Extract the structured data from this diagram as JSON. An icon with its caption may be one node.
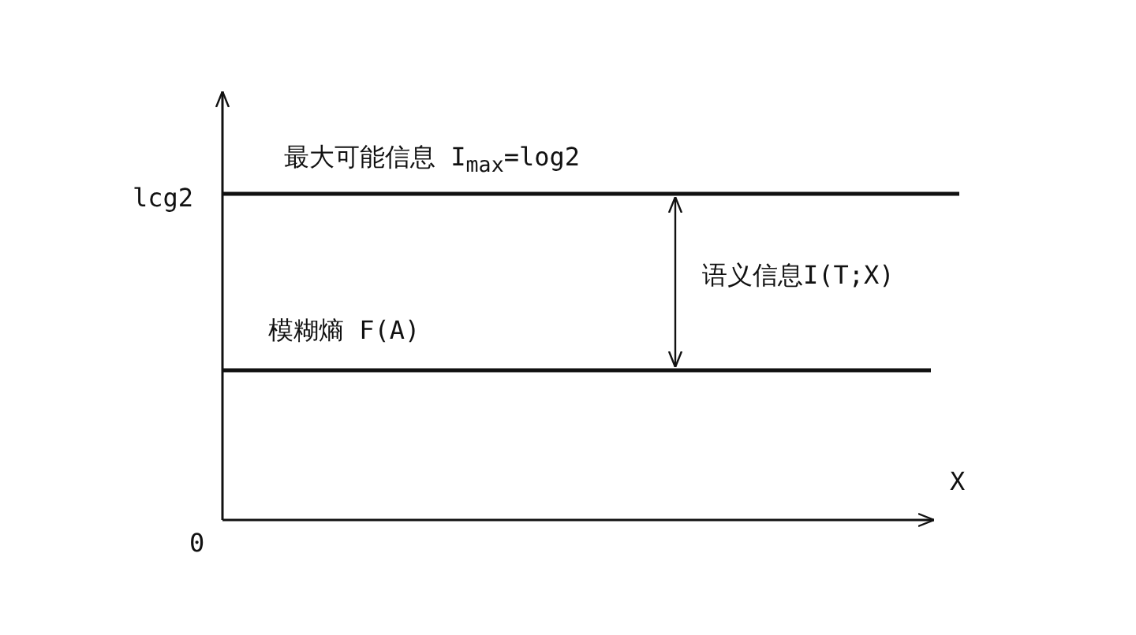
{
  "diagram": {
    "labels": [
      "最大可能信息 I$_{max}$=log2",
      "lcg2",
      "语义信息I(T;X)",
      "模糊熵 F(A)",
      "X",
      "0"
    ]
  }
}
